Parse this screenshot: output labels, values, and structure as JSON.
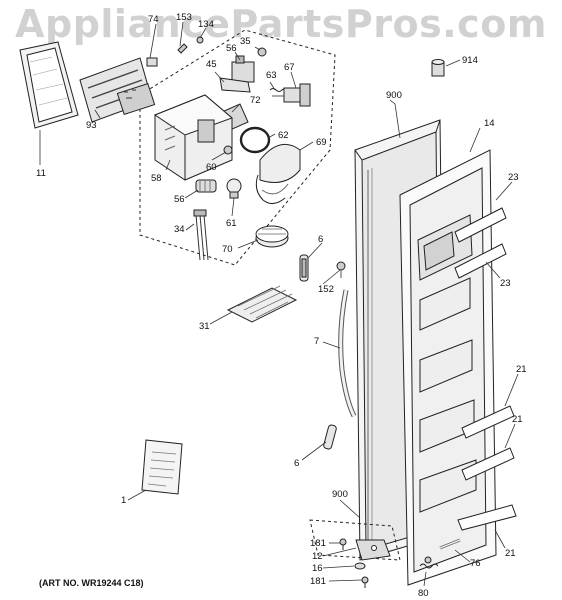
{
  "watermark": "AppliancePartsPros.com",
  "art_number": "(ART NO. WR19244 C18)",
  "labels": [
    {
      "id": "74",
      "text": "74"
    },
    {
      "id": "153",
      "text": "153"
    },
    {
      "id": "134",
      "text": "134"
    },
    {
      "id": "56a",
      "text": "56"
    },
    {
      "id": "35",
      "text": "35"
    },
    {
      "id": "914",
      "text": "914"
    },
    {
      "id": "45",
      "text": "45"
    },
    {
      "id": "63",
      "text": "63"
    },
    {
      "id": "67",
      "text": "67"
    },
    {
      "id": "900a",
      "text": "900"
    },
    {
      "id": "72",
      "text": "72"
    },
    {
      "id": "93",
      "text": "93"
    },
    {
      "id": "62",
      "text": "62"
    },
    {
      "id": "14",
      "text": "14"
    },
    {
      "id": "69",
      "text": "69"
    },
    {
      "id": "60",
      "text": "60"
    },
    {
      "id": "11",
      "text": "11"
    },
    {
      "id": "58",
      "text": "58"
    },
    {
      "id": "23a",
      "text": "23"
    },
    {
      "id": "56b",
      "text": "56"
    },
    {
      "id": "61",
      "text": "61"
    },
    {
      "id": "34",
      "text": "34"
    },
    {
      "id": "6a",
      "text": "6"
    },
    {
      "id": "70",
      "text": "70"
    },
    {
      "id": "152",
      "text": "152"
    },
    {
      "id": "23b",
      "text": "23"
    },
    {
      "id": "31",
      "text": "31"
    },
    {
      "id": "7",
      "text": "7"
    },
    {
      "id": "21a",
      "text": "21"
    },
    {
      "id": "21b",
      "text": "21"
    },
    {
      "id": "6b",
      "text": "6"
    },
    {
      "id": "1",
      "text": "1"
    },
    {
      "id": "900b",
      "text": "900"
    },
    {
      "id": "181a",
      "text": "181"
    },
    {
      "id": "12",
      "text": "12"
    },
    {
      "id": "16",
      "text": "16"
    },
    {
      "id": "181b",
      "text": "181"
    },
    {
      "id": "76",
      "text": "76"
    },
    {
      "id": "80",
      "text": "80"
    },
    {
      "id": "21c",
      "text": "21"
    }
  ]
}
